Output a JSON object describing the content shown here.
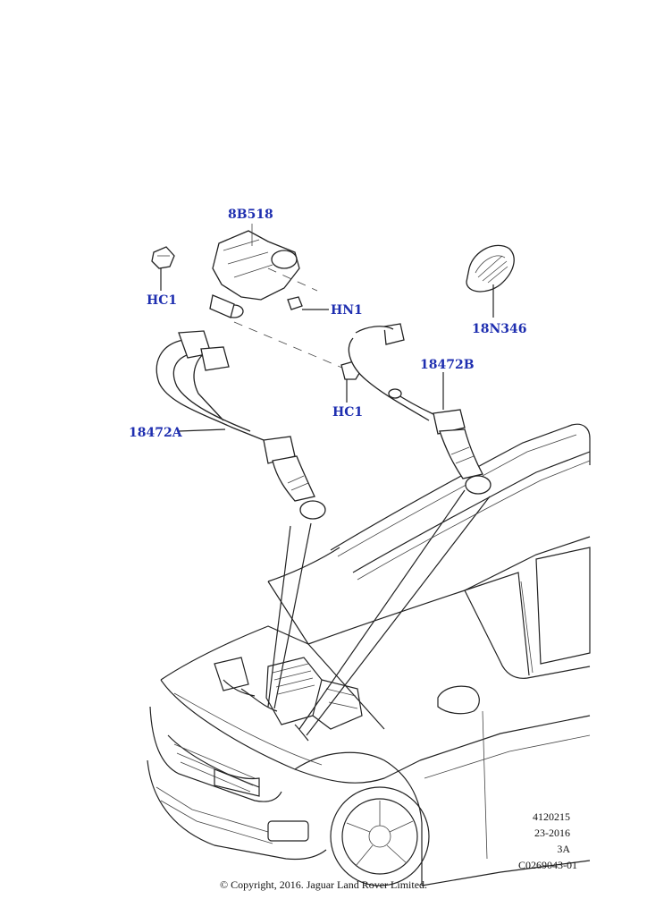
{
  "callouts": {
    "c1": "8B518",
    "c2": "HC1",
    "c3": "HN1",
    "c4": "18N346",
    "c5": "18472B",
    "c6": "HC1",
    "c7": "18472A"
  },
  "meta": {
    "line1": "4120215",
    "line2": "23-2016",
    "line3": "3A",
    "line4": "C0269043-01"
  },
  "copyright": "© Copyright, 2016. Jaguar Land Rover Limited."
}
